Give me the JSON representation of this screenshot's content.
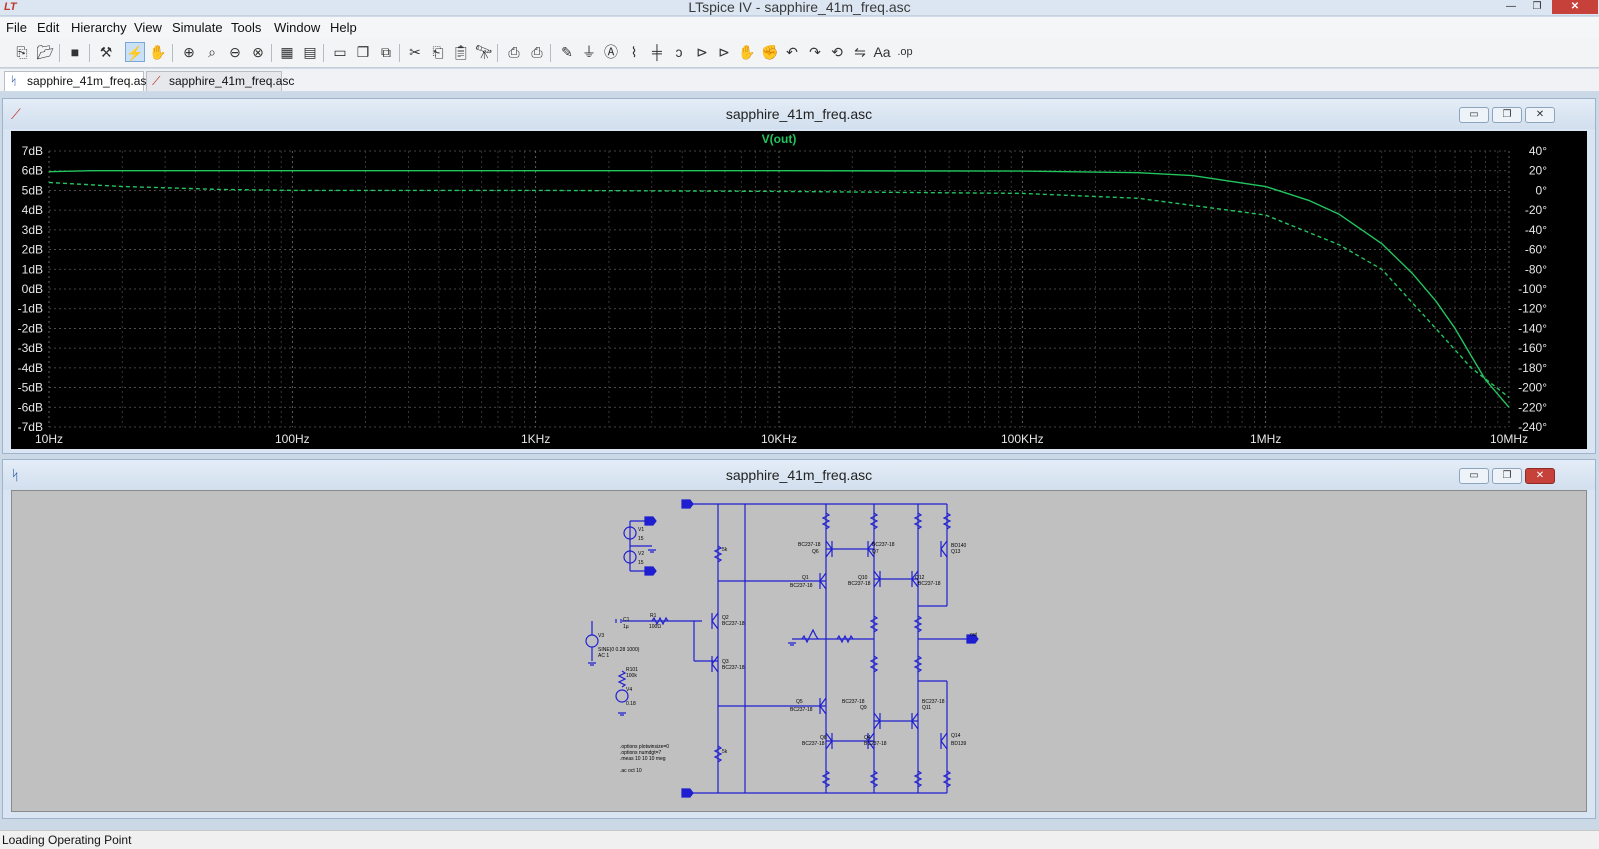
{
  "window": {
    "title": "LTspice IV - sapphire_41m_freq.asc",
    "app_icon": "ltspice-logo-icon",
    "minimize": "—",
    "maximize": "❐",
    "close": "✕"
  },
  "menu": [
    "File",
    "Edit",
    "Hierarchy",
    "View",
    "Simulate",
    "Tools",
    "Window",
    "Help"
  ],
  "toolbar_icons": [
    "new-schematic-icon",
    "open-icon",
    "save-icon",
    "control-panel-icon",
    "run-icon",
    "halt-icon",
    "zoom-in-icon",
    "zoom-pan-icon",
    "zoom-out-icon",
    "zoom-fit-icon",
    "autorange-icon",
    "grid-icon",
    "tile-horizontal-icon",
    "cascade-icon",
    "close-windows-icon",
    "cut-icon",
    "copy-icon",
    "paste-icon",
    "find-icon",
    "print-setup-icon",
    "print-icon",
    "wire-icon",
    "ground-icon",
    "label-icon",
    "resistor-icon",
    "capacitor-icon",
    "inductor-icon",
    "diode-icon",
    "component-icon",
    "move-icon",
    "drag-icon",
    "undo-icon",
    "redo-icon",
    "rotate-icon",
    "mirror-icon",
    "text-icon",
    "spice-directive-icon"
  ],
  "tabs": [
    {
      "label": "sapphire_41m_freq.asc",
      "icon": "schematic-icon",
      "active": true
    },
    {
      "label": "sapphire_41m_freq.asc",
      "icon": "waveform-icon",
      "active": false
    }
  ],
  "plot_window": {
    "title": "sapphire_41m_freq.asc",
    "trace_label": "V(out)",
    "trace_color": "#22c55e",
    "background": "#000000"
  },
  "schematic_window": {
    "title": "sapphire_41m_freq.asc",
    "background": "#c0c0c0",
    "wire_color": "#1f1fd1"
  },
  "chart_data": {
    "type": "line",
    "x_scale": "log",
    "xlim": [
      10,
      10000000
    ],
    "ylim_left": [
      -7,
      7
    ],
    "ylim_right": [
      -240,
      40
    ],
    "grid": true,
    "x_ticks": [
      "10Hz",
      "100Hz",
      "1KHz",
      "10KHz",
      "100KHz",
      "1MHz",
      "10MHz"
    ],
    "y_ticks_left": [
      "7dB",
      "6dB",
      "5dB",
      "4dB",
      "3dB",
      "2dB",
      "1dB",
      "0dB",
      "-1dB",
      "-2dB",
      "-3dB",
      "-4dB",
      "-5dB",
      "-6dB",
      "-7dB"
    ],
    "y_ticks_right": [
      "40°",
      "20°",
      "0°",
      "-20°",
      "-40°",
      "-60°",
      "-80°",
      "-100°",
      "-120°",
      "-140°",
      "-160°",
      "-180°",
      "-200°",
      "-220°",
      "-240°"
    ],
    "series": [
      {
        "name": "V(out)",
        "style": "solid",
        "axis": "left",
        "x": [
          10,
          15,
          30,
          100,
          1000,
          10000,
          100000,
          300000,
          500000,
          1000000,
          1500000,
          2000000,
          3000000,
          4000000,
          5000000,
          6000000,
          7000000,
          8000000,
          10000000
        ],
        "y": [
          5.95,
          6.0,
          6.0,
          6.0,
          6.0,
          6.0,
          5.98,
          5.9,
          5.75,
          5.2,
          4.5,
          3.8,
          2.3,
          0.8,
          -0.6,
          -2.0,
          -3.4,
          -4.6,
          -6.0
        ]
      },
      {
        "style": "dashed",
        "axis": "right",
        "x": [
          10,
          20,
          50,
          100,
          1000,
          10000,
          100000,
          300000,
          1000000,
          2000000,
          3000000,
          5000000,
          7000000,
          10000000
        ],
        "y": [
          8,
          4,
          1,
          0,
          0,
          -1,
          -3,
          -8,
          -25,
          -55,
          -80,
          -140,
          -180,
          -210
        ]
      }
    ]
  },
  "schematic_labels": {
    "V3": "V3",
    "V3_val": "SINE(0 0.28 1000)",
    "V3_ac": "AC 1",
    "V1": "V1",
    "V1_val": "15",
    "V2": "V2",
    "V2_val": "15",
    "V4": "V4",
    "V4_val": "0.18",
    "C1": "C1",
    "C1_val": "1µ",
    "R1": "R1",
    "R1_val": "100Ω",
    "R101": "R101",
    "R101_val": "100k",
    "Q1": "Q1",
    "Q2": "Q2",
    "Q3": "Q3",
    "Q4": "Q4",
    "Q5": "Q5",
    "Q6": "Q6",
    "Q7": "Q7",
    "Q8": "Q8",
    "Q9": "Q9",
    "Q10": "Q10",
    "Q11": "Q11",
    "Q12": "Q12",
    "Q13": "Q13",
    "Q14": "Q14",
    "bc_part": "BC237-18",
    "bd139": "BD139",
    "bd140": "BD140",
    "out_label": "out",
    "directives": [
      ".options plotwinsize=0",
      ".options numdgt=7",
      ".meas 10 10 10 meg",
      ".ac oct 10"
    ],
    "R_5k": "5k"
  },
  "status": "Loading Operating Point"
}
